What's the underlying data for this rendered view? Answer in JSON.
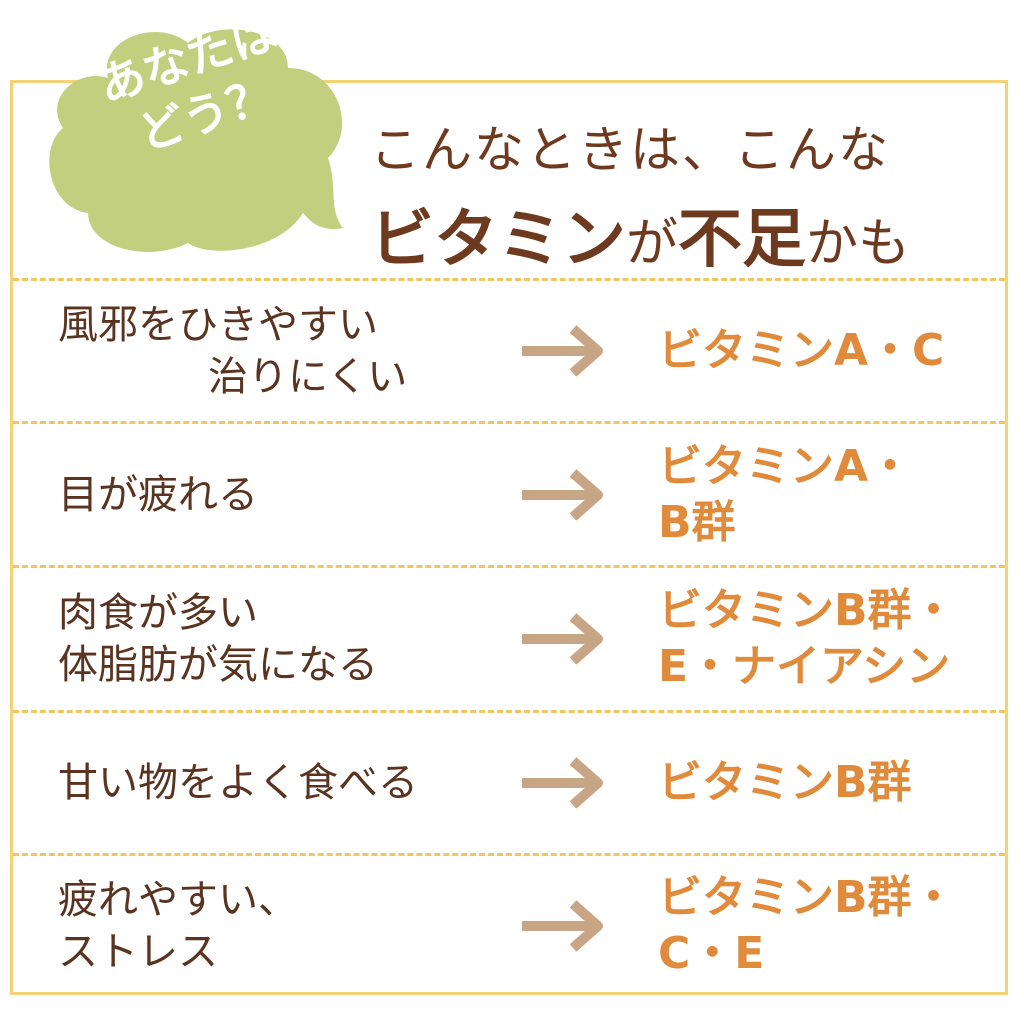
{
  "bubble": {
    "line1": "あなたは",
    "line2": "どう？",
    "color": "#c2cf7e"
  },
  "headline": {
    "line1": "こんなときは、こんな",
    "vitamin": "ビタミン",
    "ga": "が",
    "fusoku": "不足",
    "kamo": "かも"
  },
  "rows": [
    {
      "condition": [
        "風邪をひきやすい",
        "治りにくい"
      ],
      "vitamins": [
        "ビタミンA・C"
      ]
    },
    {
      "condition": [
        "目が疲れる"
      ],
      "vitamins": [
        "ビタミンA・",
        "B群"
      ]
    },
    {
      "condition": [
        "肉食が多い",
        "体脂肪が気になる"
      ],
      "vitamins": [
        "ビタミンB群・",
        "E・ナイアシン"
      ]
    },
    {
      "condition": [
        "甘い物をよく食べる"
      ],
      "vitamins": [
        "ビタミンB群"
      ]
    },
    {
      "condition": [
        "疲れやすい、",
        "ストレス"
      ],
      "vitamins": [
        "ビタミンB群・",
        "C・E"
      ]
    }
  ],
  "colors": {
    "brown": "#6e3a1f",
    "orange": "#e08a3c",
    "arrow": "#c8a685",
    "border": "#f3d27a"
  }
}
